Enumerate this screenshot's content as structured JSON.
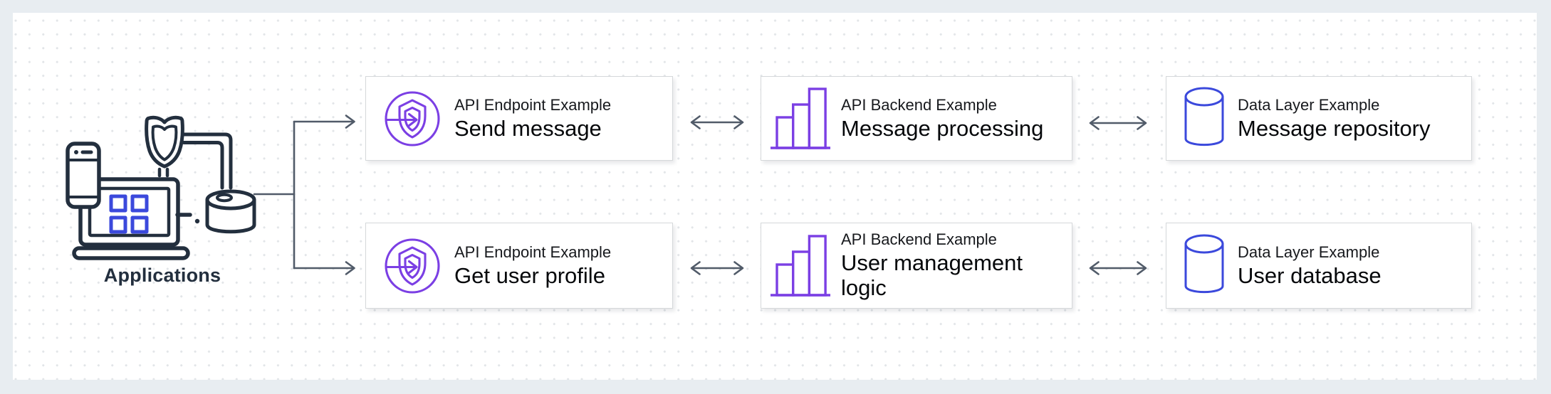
{
  "colors": {
    "outer_background": "#e8edf1",
    "panel_background": "#ffffff",
    "dot_grid": "#e2e5e8",
    "navy": "#232f3e",
    "purple": "#7b3fe4",
    "blue": "#3b49dc",
    "arrow_gray": "#515b69",
    "box_border": "#d5d8da"
  },
  "source": {
    "label": "Applications"
  },
  "nodes": [
    {
      "id": "send-message",
      "icon": "api-endpoint-icon",
      "title": "API Endpoint Example",
      "subtitle": "Send message"
    },
    {
      "id": "message-processing",
      "icon": "bar-chart-icon",
      "title": "API Backend Example",
      "subtitle": "Message processing"
    },
    {
      "id": "message-repository",
      "icon": "database-icon",
      "title": "Data Layer Example",
      "subtitle": "Message repository"
    },
    {
      "id": "get-user-profile",
      "icon": "api-endpoint-icon",
      "title": "API Endpoint Example",
      "subtitle": "Get user profile"
    },
    {
      "id": "user-management-logic",
      "icon": "bar-chart-icon",
      "title": "API Backend Example",
      "subtitle": "User management logic"
    },
    {
      "id": "user-database",
      "icon": "database-icon",
      "title": "Data Layer Example",
      "subtitle": "User database"
    }
  ],
  "edges": [
    {
      "from": "applications",
      "to": "send-message",
      "type": "arrow"
    },
    {
      "from": "applications",
      "to": "get-user-profile",
      "type": "arrow"
    },
    {
      "from": "send-message",
      "to": "message-processing",
      "type": "double-arrow"
    },
    {
      "from": "message-processing",
      "to": "message-repository",
      "type": "double-arrow"
    },
    {
      "from": "get-user-profile",
      "to": "user-management-logic",
      "type": "double-arrow"
    },
    {
      "from": "user-management-logic",
      "to": "user-database",
      "type": "double-arrow"
    }
  ]
}
